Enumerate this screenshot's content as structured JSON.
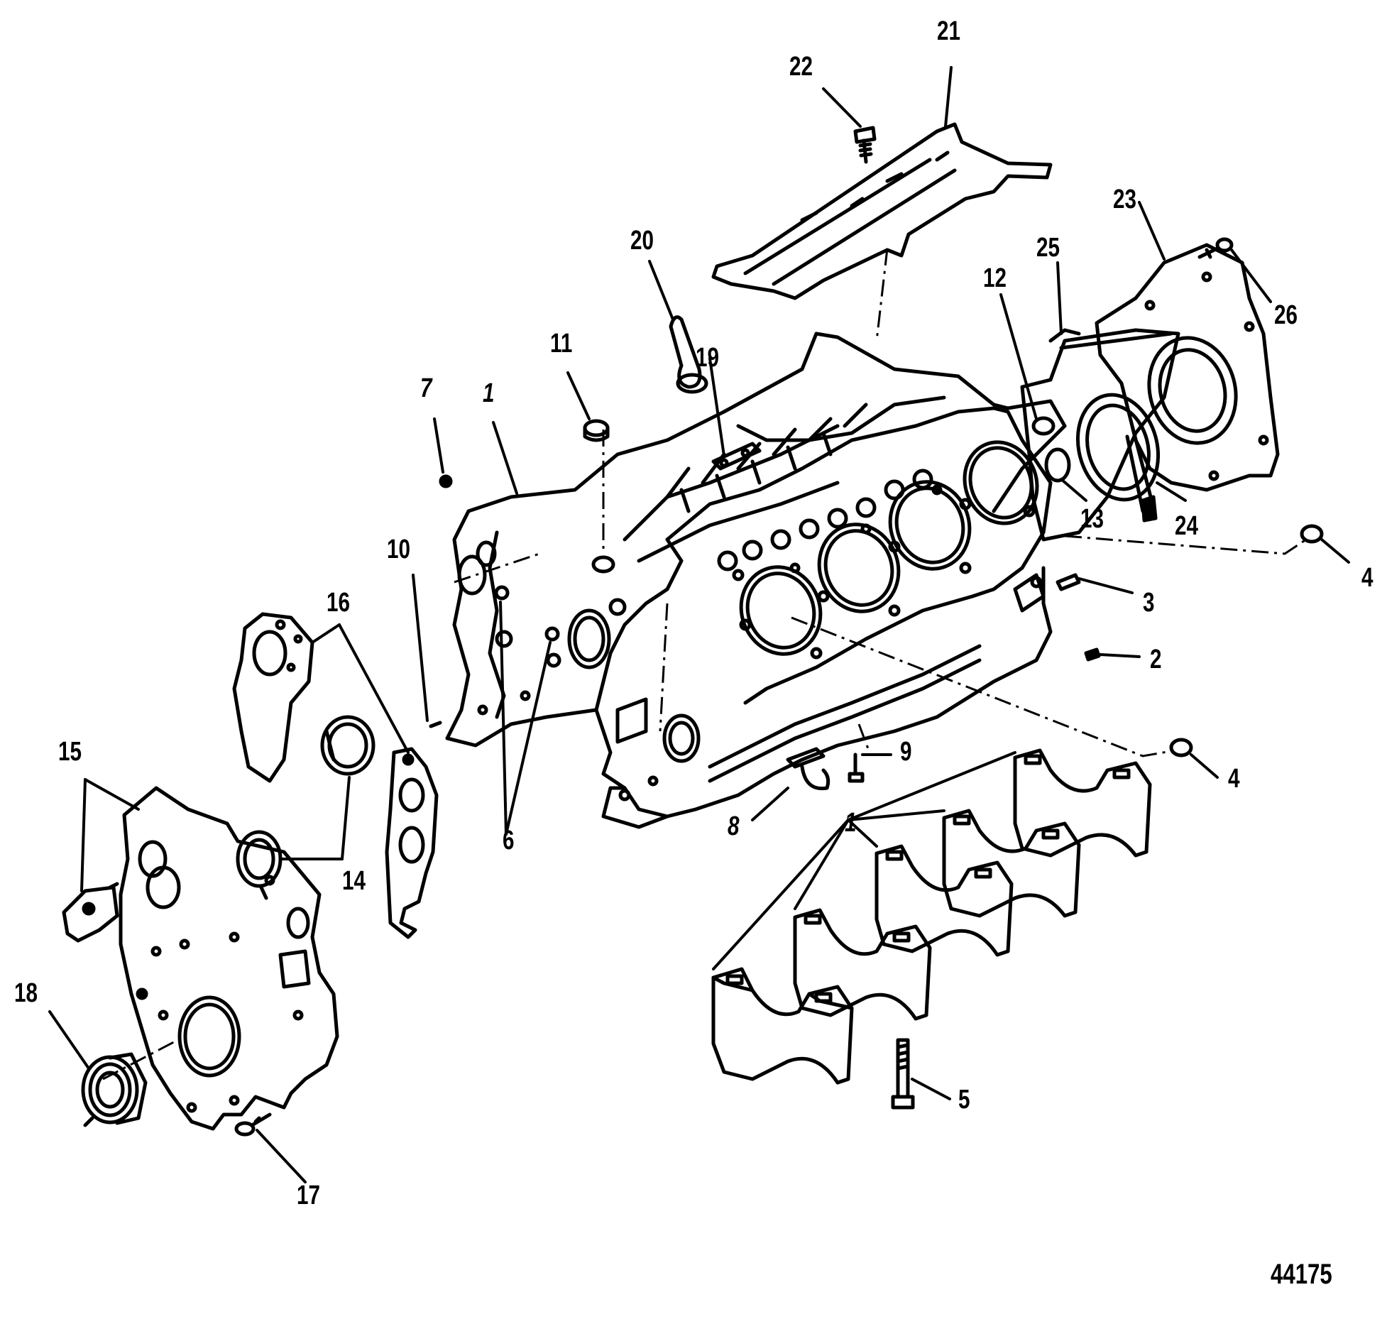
{
  "labels": {
    "l1a": "1",
    "l1b": "1",
    "l2": "2",
    "l3": "3",
    "l4a": "4",
    "l4b": "4",
    "l5": "5",
    "l6": "6",
    "l7": "7",
    "l8": "8",
    "l9": "9",
    "l10": "10",
    "l11": "11",
    "l12": "12",
    "l13": "13",
    "l14": "14",
    "l15": "15",
    "l16": "16",
    "l17": "17",
    "l18": "18",
    "l19": "19",
    "l20": "20",
    "l21": "21",
    "l22": "22",
    "l23": "23",
    "l24": "24",
    "l25": "25",
    "l26": "26"
  },
  "figure_number": "44175",
  "colors": {
    "ink": "#000000",
    "paper": "#ffffff"
  }
}
